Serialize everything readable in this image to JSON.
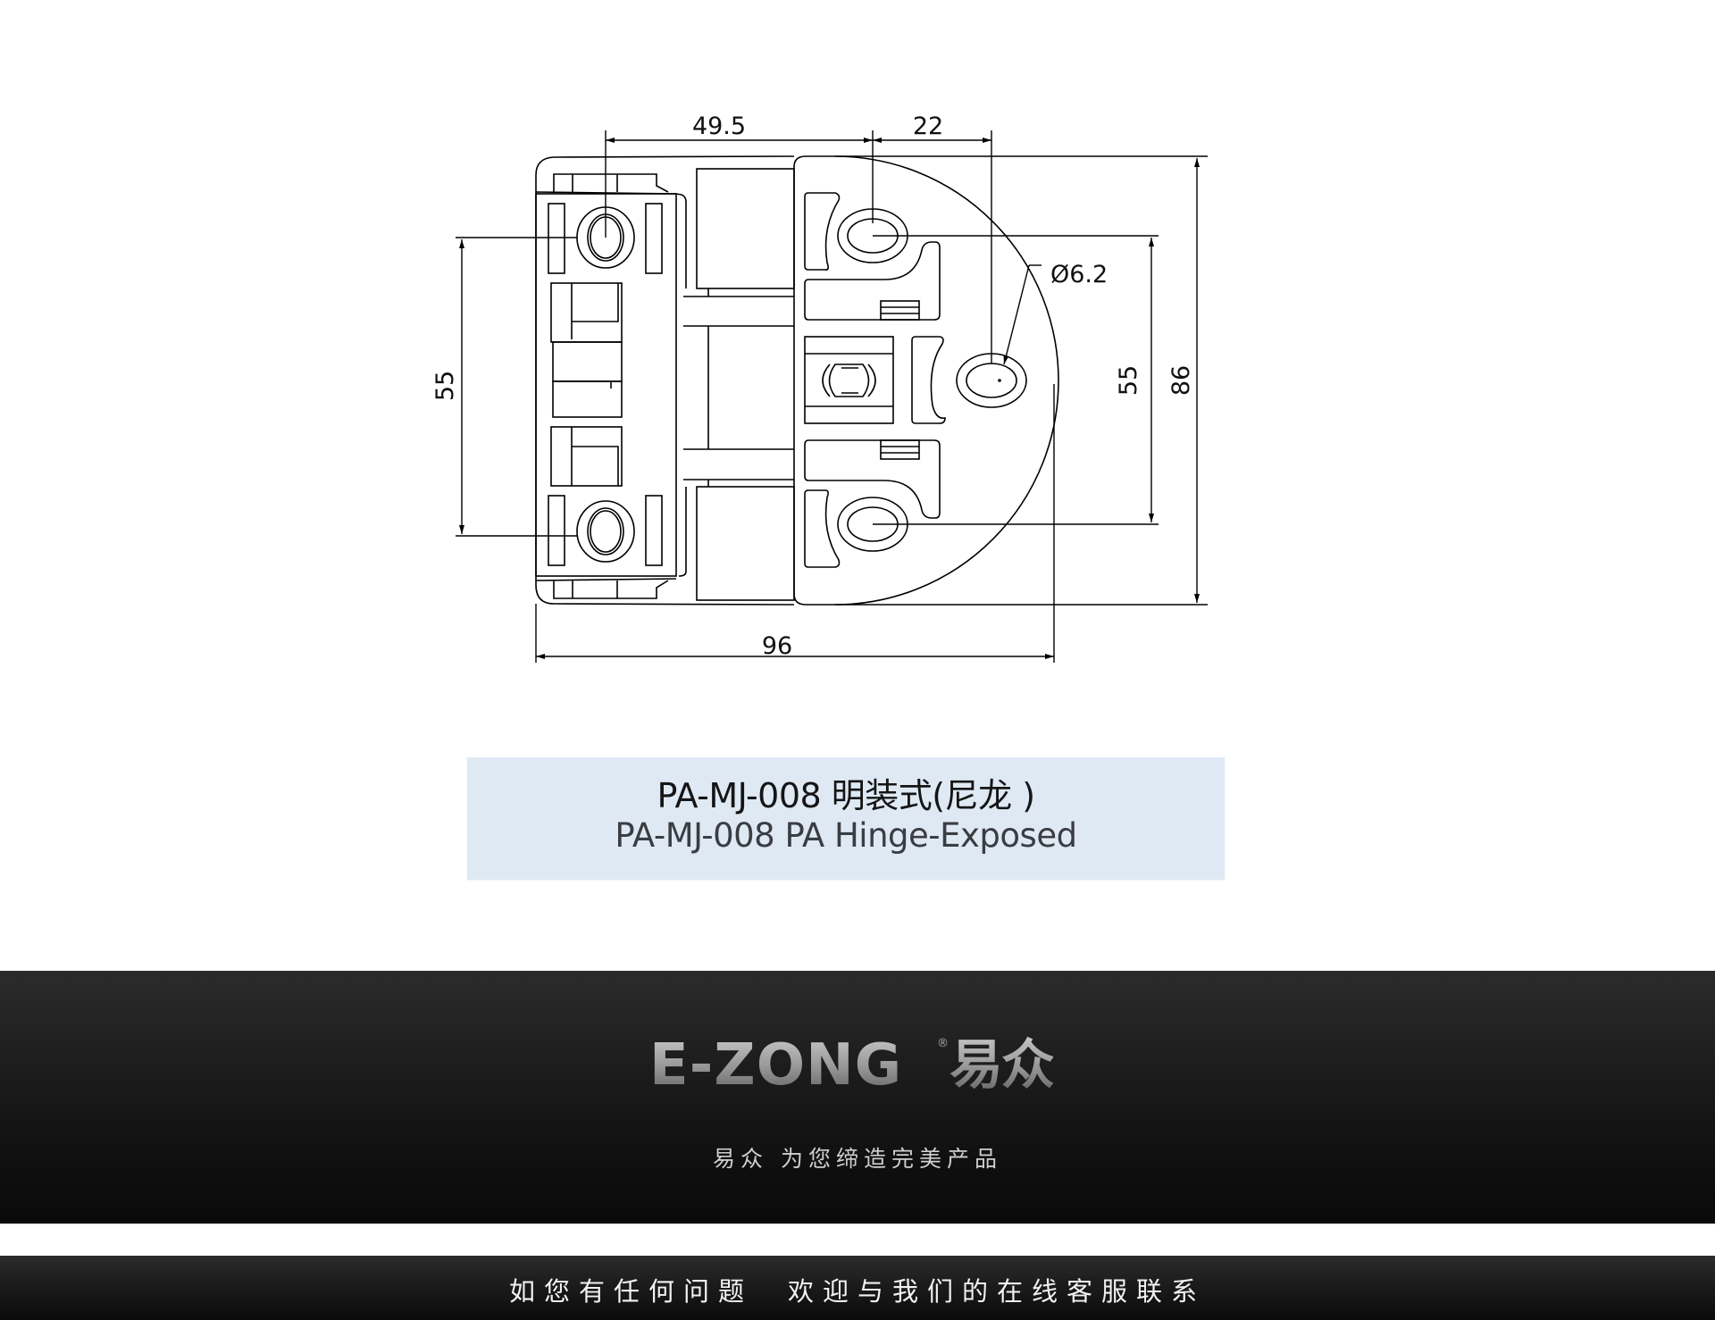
{
  "drawing": {
    "dimensions": {
      "top_left": "49.5",
      "top_right": "22",
      "left_vertical": "55",
      "right_vertical_inner": "55",
      "right_vertical_outer": "86",
      "hole_diameter": "Ø6.2",
      "bottom_width": "96"
    }
  },
  "caption": {
    "title_cn": "PA-MJ-008 明装式(尼龙 )",
    "title_en": "PA-MJ-008 PA Hinge-Exposed",
    "background_color": "#dfe9f4"
  },
  "brand": {
    "logo_text": "E-ZONG",
    "logo_registered": "®",
    "logo_cn": "易众",
    "tagline": "易众 为您缔造完美产品"
  },
  "contact": {
    "text": "如您有任何问题　欢迎与我们的在线客服联系"
  }
}
